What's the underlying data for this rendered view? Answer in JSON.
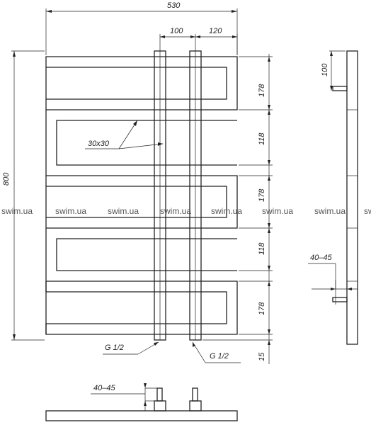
{
  "dimensions": {
    "overall_width": "530",
    "spacing_left": "100",
    "spacing_right": "120",
    "overall_height": "800",
    "segment_1": "178",
    "gap_1": "118",
    "segment_2": "178",
    "gap_2": "118",
    "segment_3": "178",
    "bottom_offset": "15",
    "tube_profile": "30x30",
    "side_depth": "100",
    "wall_distance_side": "40–45",
    "wall_distance_bottom": "40–45",
    "thread_left": "G 1/2",
    "thread_right": "G 1/2"
  },
  "watermark": {
    "text": "swim.ua",
    "color": "#555555"
  }
}
